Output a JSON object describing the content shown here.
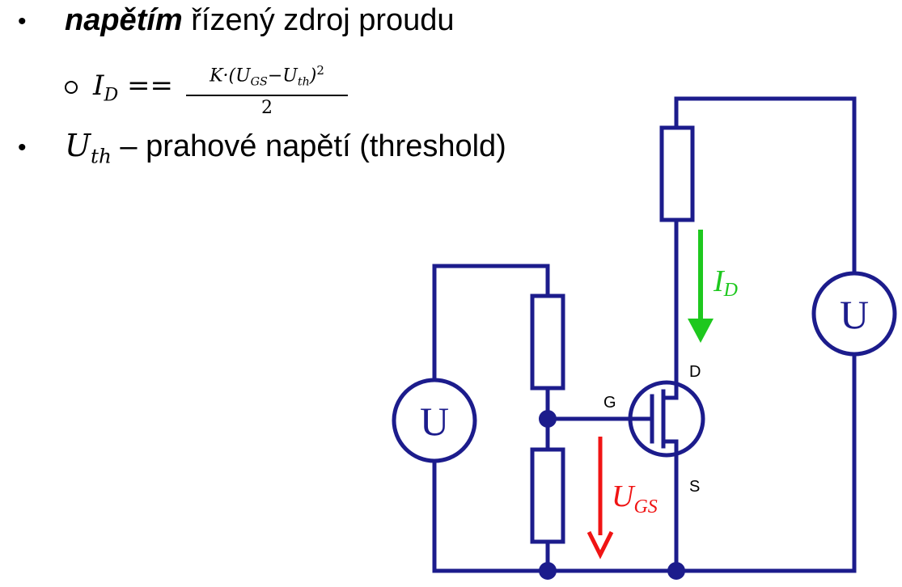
{
  "bullets": {
    "b1": {
      "bold_word": "napětím",
      "rest": " řízený zdroj proudu"
    },
    "formula": {
      "lhs_var": "I",
      "lhs_sub": "D",
      "operator": "==",
      "numerator_prefix": "K·(U",
      "numerator_sub1": "GS",
      "numerator_minus": "−U",
      "numerator_sub2": "th",
      "numerator_suffix": ")",
      "numerator_exp": "2",
      "denominator": "2"
    },
    "b3": {
      "var": "U",
      "sub": "th",
      "rest": " – prahové napětí (threshold)"
    }
  },
  "circuit": {
    "gate_label": "G",
    "drain_label": "D",
    "source_label": "S",
    "source_left_label": "U",
    "source_right_label": "U",
    "current_label": "I",
    "current_sub": "D",
    "voltage_label": "U",
    "voltage_sub": "GS",
    "colors": {
      "wire": "#1c1c8c",
      "current_arrow": "#1ec81e",
      "voltage_arrow": "#f01414",
      "text": "#000000"
    }
  }
}
